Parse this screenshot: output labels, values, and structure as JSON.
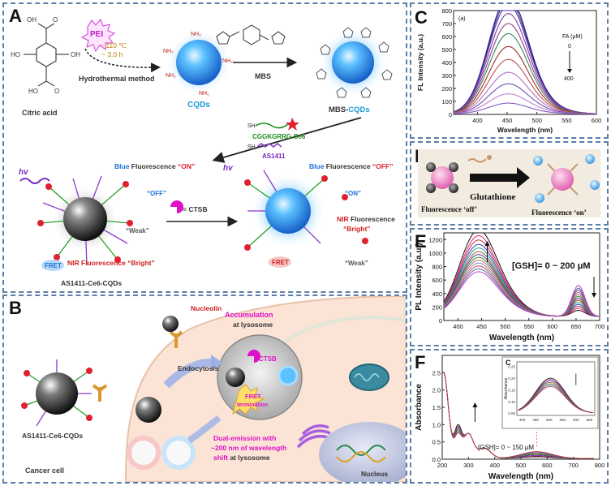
{
  "panels": {
    "a": {
      "label": "A",
      "pei": "PEI",
      "temp": "~ 110 ℃",
      "time": "~ 3.0 h",
      "method": "Hydrothermal method",
      "citric_acid": "Citric acid",
      "nh2": "NH₂",
      "cqds": "CQDs",
      "mbs": "MBS",
      "mbs_cqds_prefix": "MBS-",
      "mbs_cqds_suffix": "CQDs",
      "sh1": "SH",
      "peptide": "CGGKGRRG-Ce6",
      "sh2": "SH",
      "aptamer": "AS1411",
      "hv": "hv",
      "blue_fl": "Blue",
      "fluorescence": "Fluorescence",
      "on_q": "“ON”",
      "off_q": "“OFF”",
      "off_small": "“OFF”",
      "on_small": "“ON”",
      "weak": "“Weak”",
      "bright": "“Bright”",
      "nir": "NIR",
      "nir_fl": "NIR Fluorescence",
      "fret": "FRET",
      "ctsb_legend": "= CTSB",
      "caption": "AS1411-Ce6-CQDs"
    },
    "b": {
      "label": "B",
      "nucleolin": "Nucleolin",
      "accum": "Accumulation",
      "at_lysosome": "at lysosome",
      "ctsb": "CTSB",
      "endocytosis": "Endocytosis",
      "fret_term": "FRET",
      "termination": "termination",
      "dual1": "Dual-emission with",
      "dual2": "~200 nm of wavelength",
      "dual3": "shift",
      "dual3b": "at lysosome",
      "nucleus": "Nucleus",
      "caption": "AS1411-Ce6-CQDs",
      "cancer_cell": "Cancer cell"
    },
    "c": {
      "label": "C",
      "sub": "(a)",
      "legend_title": "FA (μM)",
      "legend_top": "0",
      "legend_bottom": "400"
    },
    "d": {
      "label": "D",
      "reagent": "Glutathione",
      "off_label": "Fluorescence ‘off’",
      "on_label": "Fluorescence ‘on’"
    },
    "e": {
      "label": "E",
      "annotation": "[GSH]= 0 ~ 200 μM"
    },
    "f": {
      "label": "F",
      "inset_label": "C",
      "inset_ylabel": "Absorbance",
      "annotation": "[GSH]= 0 ~ 150 μM"
    }
  },
  "chart_data": [
    {
      "id": "C",
      "type": "line",
      "xlabel": "Wavelength (nm)",
      "ylabel": "FL Intensity (a.u.)",
      "xlim": [
        360,
        600
      ],
      "ylim": [
        0,
        800
      ],
      "xticks": [
        400,
        450,
        500,
        550,
        600
      ],
      "yticks": [
        0,
        100,
        200,
        300,
        400,
        500,
        600,
        700,
        800
      ],
      "peak_x": 450,
      "peak_values": [
        820,
        790,
        760,
        700,
        630,
        560,
        470,
        380,
        290,
        210,
        140,
        75
      ],
      "series_colors": [
        "#2a1a7a",
        "#3a2a9a",
        "#5a3aa8",
        "#7a3aa0",
        "#9a3a8a",
        "#2c8a5a",
        "#a03030",
        "#c05050",
        "#b070c0",
        "#7050b0",
        "#c080d0",
        "#8060c0"
      ],
      "grid": false
    },
    {
      "id": "E",
      "type": "line",
      "xlabel": "Wavelength (nm)",
      "ylabel": "PL Intensity (a.u.)",
      "xlim": [
        370,
        700
      ],
      "ylim": [
        0,
        1300
      ],
      "xticks": [
        400,
        450,
        500,
        550,
        600,
        650,
        700
      ],
      "yticks": [
        0,
        200,
        400,
        600,
        800,
        1000,
        1200
      ],
      "peak1_x": 440,
      "peak2_x": 655,
      "peak1_values": [
        1200,
        1120,
        1060,
        1000,
        950,
        900,
        860,
        820,
        780,
        740,
        700,
        660,
        620
      ],
      "peak2_values": [
        90,
        120,
        150,
        180,
        210,
        240,
        270,
        300,
        330,
        360,
        390,
        420,
        460
      ],
      "series_colors": [
        "#111111",
        "#e0207a",
        "#c03030",
        "#3040c0",
        "#20a0a0",
        "#a06020",
        "#6030a0",
        "#2a8a2a",
        "#d06060",
        "#8080d0",
        "#d04040",
        "#4070c0",
        "#c040c0"
      ],
      "grid": false
    },
    {
      "id": "F",
      "type": "line",
      "xlabel": "Wavelength (nm)",
      "ylabel": "Absorbance",
      "xlim": [
        200,
        800
      ],
      "ylim": [
        0,
        3.0
      ],
      "xticks": [
        200,
        300,
        400,
        500,
        600,
        700,
        800
      ],
      "yticks": [
        0.0,
        0.5,
        1.0,
        1.5,
        2.0,
        2.5
      ],
      "grid": false,
      "inset": {
        "ylabel": "Absorbance",
        "yticks": [
          0.05,
          0.1,
          0.15,
          0.2,
          0.25
        ],
        "xticks": [
          400,
          450,
          500,
          550,
          600,
          650
        ]
      }
    }
  ]
}
